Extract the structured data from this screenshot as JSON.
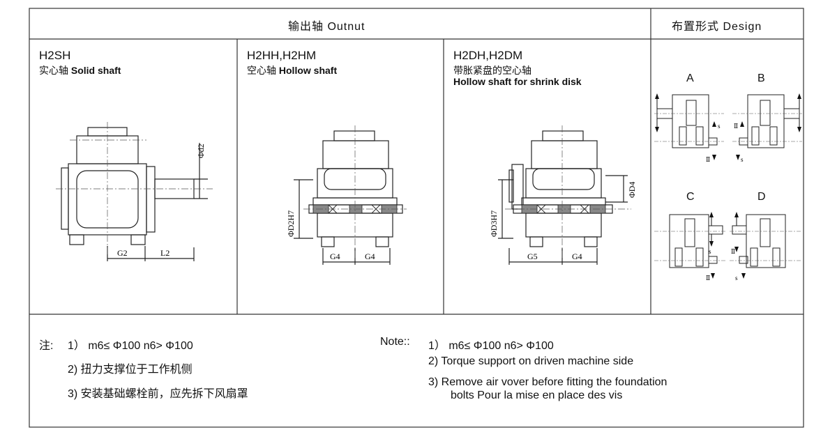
{
  "header": {
    "output_shaft": "输出轴 Outnut",
    "design": "布置形式 Design"
  },
  "columns": [
    {
      "model": "H2SH",
      "cn_name": "实心轴",
      "en_name": "Solid shaft",
      "dims": {
        "diameter": "Φd2",
        "g": "G2",
        "l": "L2"
      }
    },
    {
      "model": "H2HH,H2HM",
      "cn_name": "空心轴",
      "en_name": "Hollow shaft",
      "dims": {
        "diameter": "ΦD2H7",
        "g_left": "G4",
        "g_right": "G4"
      }
    },
    {
      "model": "H2DH,H2DM",
      "cn_name": "带胀紧盘的空心轴",
      "en_name": "Hollow shaft for shrink disk",
      "dims": {
        "diameter_left": "ΦD3H7",
        "diameter_right": "ΦD4",
        "g_left": "G5",
        "g_right": "G4"
      }
    }
  ],
  "design": {
    "letters": [
      "A",
      "B",
      "C",
      "D"
    ],
    "shaft_labels": {
      "s": "s",
      "ii": "Ⅱ"
    }
  },
  "notes_cn": {
    "prefix": "注:",
    "items": [
      "1） m6≤ Φ100 n6> Φ100",
      "2) 扭力支撑位于工作机侧",
      "3) 安装基础螺栓前，应先拆下风扇罩"
    ]
  },
  "notes_en": {
    "prefix": "Note::",
    "items": [
      "1） m6≤ Φ100 n6> Φ100",
      "2)  Torque support on driven machine side",
      "3)  Remove air vover before fitting the foundation",
      "bolts Pour la mise en place des vis"
    ]
  }
}
